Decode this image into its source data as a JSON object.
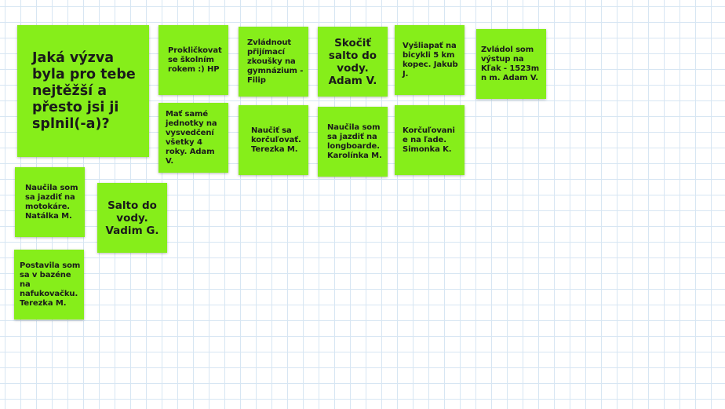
{
  "board": {
    "title_note": "Jaká výzva byla pro tebe nejtěžší a přesto jsi ji splnil(-a)?",
    "notes": [
      "Prokličkovat se školním rokem :) HP",
      "Zvládnout přijímací zkoušky na gymnázium - Filip",
      "Skočiť salto do vody. Adam V.",
      "Vyšliapať na bicykli 5 km kopec. Jakub J.",
      "Zvládol som výstup na Kľak - 1523m n m. Adam V.",
      "Mať samé jednotky na vysvedčení všetky 4 roky. Adam V.",
      "Naučiť sa korčuľovať. Terezka M.",
      "Naučila som sa jazdiť na longboarde. Karolínka M.",
      "Korčuľovanie na ľade. Simonka K.",
      "Naučila som sa jazdiť na motokáre. Natálka M.",
      "Salto do vody. Vadim G.",
      "Postavila som sa v bazéne na nafukovačku. Terezka M."
    ]
  },
  "colors": {
    "note_green": "#86ee1a",
    "grid_line": "#d7e6f3",
    "background": "#ffffff"
  }
}
